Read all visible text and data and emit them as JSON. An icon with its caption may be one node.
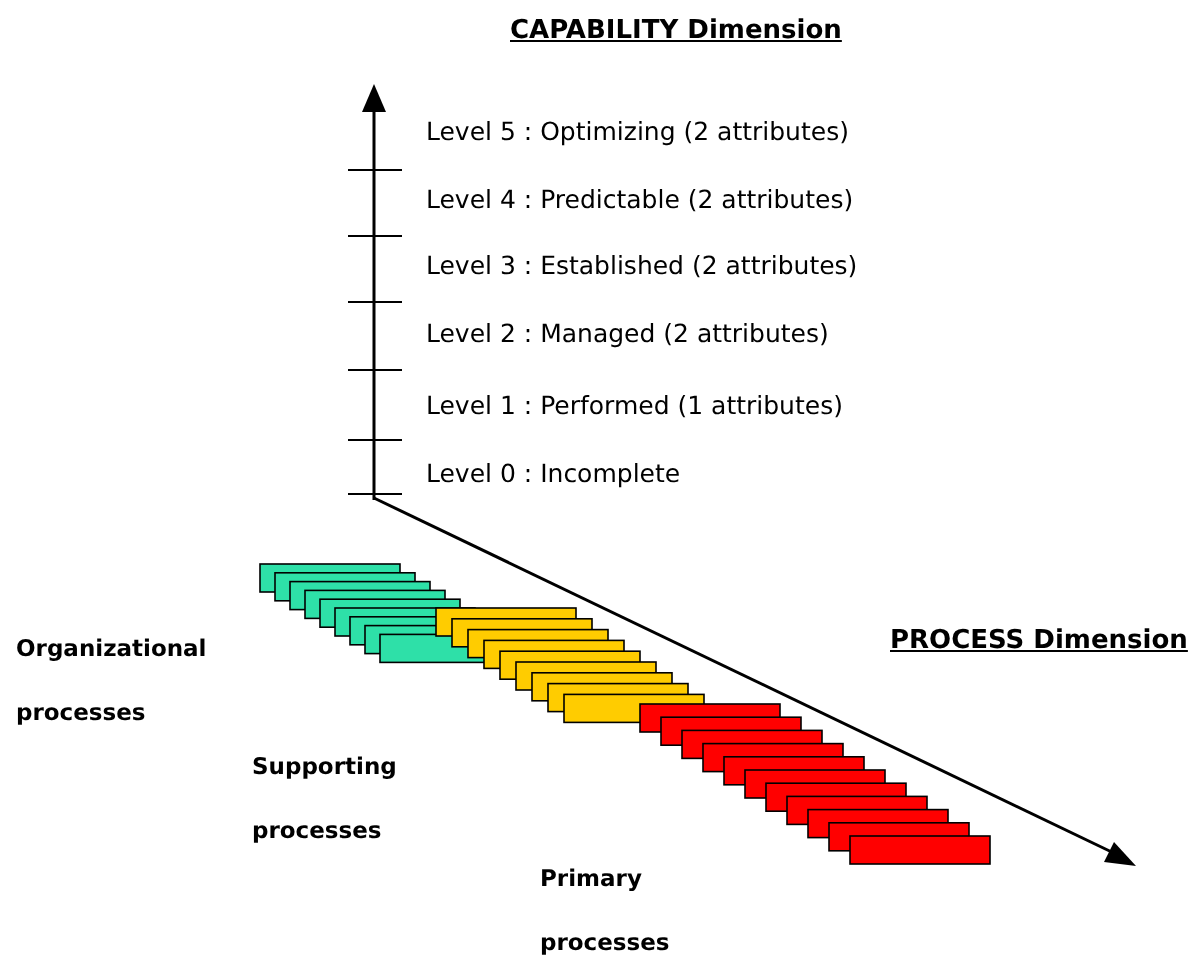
{
  "diagram": {
    "labels": [
      "CAPABILITY Dimension",
      "Level 5 : Optimizing (2 attributes)",
      "Level 4 : Predictable (2 attributes)",
      "Level 3 : Established (2 attributes)",
      "Level 2 : Managed (2 attributes)",
      "Level 1 : Performed (1 attributes)",
      "Level 0 : Incomplete",
      "PROCESS Dimension",
      "Organizational processes",
      "Supporting processes",
      "Primary processes"
    ]
  }
}
